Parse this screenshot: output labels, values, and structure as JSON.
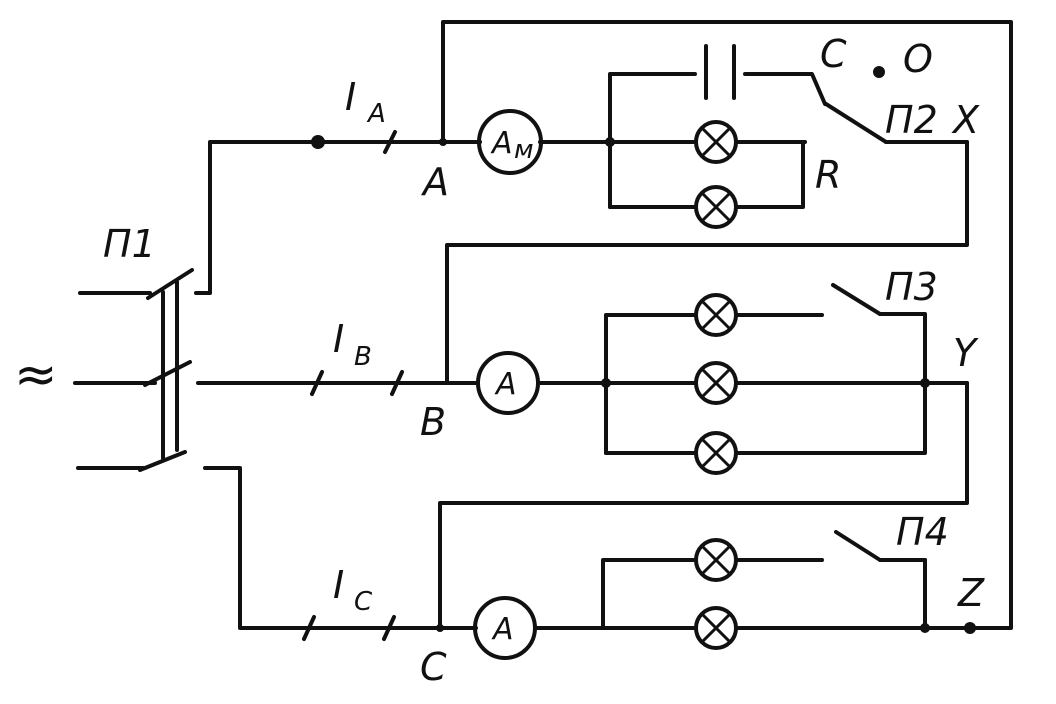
{
  "labels": {
    "source_symbol": "≈",
    "switch_p1": "П1",
    "current_a": "I",
    "current_a_sub": "A",
    "current_b": "I",
    "current_b_sub": "B",
    "current_c": "I",
    "current_c_sub": "C",
    "node_a": "A",
    "node_b": "B",
    "node_c": "C",
    "ammeter_a": "A",
    "ammeter_a_sub": "м",
    "ammeter_b": "A",
    "ammeter_c": "A",
    "switch_pos_c": "C",
    "switch_pos_o": "O",
    "switch_p2": "П2",
    "resistor_r": "R",
    "switch_p3": "П3",
    "switch_p4": "П4",
    "terminal_x": "X",
    "terminal_y": "Y",
    "terminal_z": "Z"
  }
}
